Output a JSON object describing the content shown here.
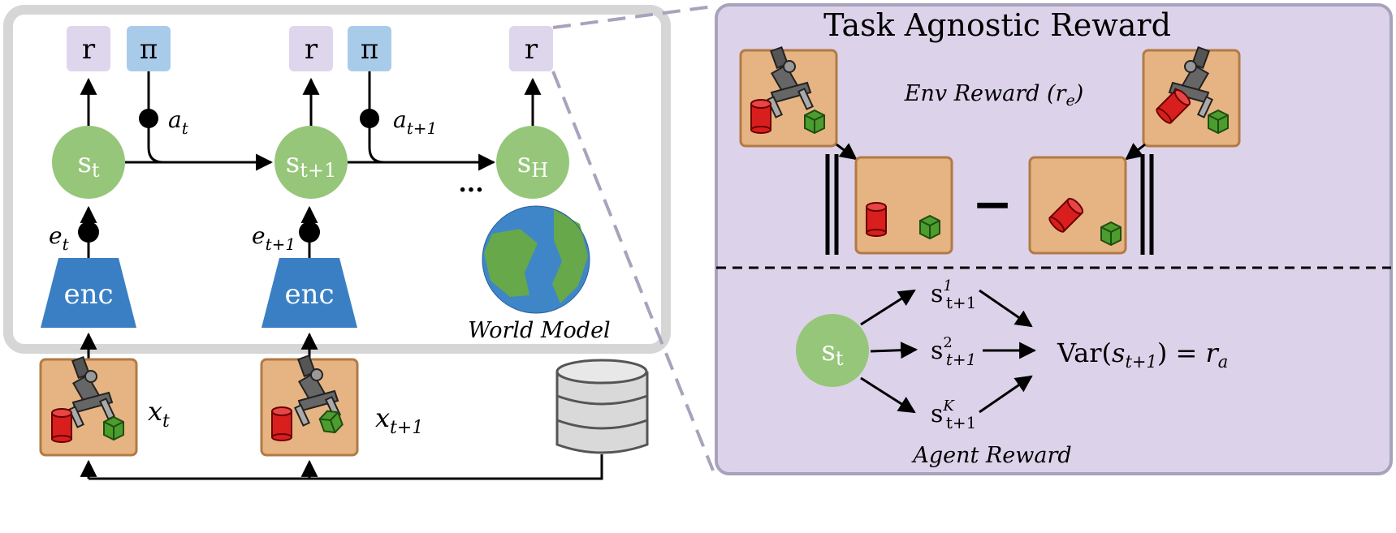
{
  "left_panel": {
    "reward_label": "r",
    "policy_label": "π",
    "state_t": {
      "base": "s",
      "sub": "t"
    },
    "state_t1": {
      "base": "s",
      "sub": "t+1"
    },
    "state_h": {
      "base": "s",
      "sub": "H"
    },
    "action_t": {
      "base": "a",
      "sub": "t"
    },
    "action_t1": {
      "base": "a",
      "sub": "t+1"
    },
    "embed_t": {
      "base": "e",
      "sub": "t"
    },
    "embed_t1": {
      "base": "e",
      "sub": "t+1"
    },
    "encoder_label": "enc",
    "ellipsis": "...",
    "world_model_label": "World Model",
    "obs_t": {
      "base": "x",
      "sub": "t"
    },
    "obs_t1": {
      "base": "x",
      "sub": "t+1"
    }
  },
  "right_panel": {
    "title": "Task Agnostic Reward",
    "env_reward": {
      "label": "Env Reward (r",
      "sub": "e",
      "close": ")"
    },
    "minus": "−",
    "agent_state": {
      "base": "s",
      "sub": "t"
    },
    "sample_1": {
      "base": "s",
      "sup": "1",
      "sub": "t+1"
    },
    "sample_2": {
      "base": "s",
      "sup": "2",
      "sub": "t+1"
    },
    "sample_k": {
      "base": "s",
      "sup": "K",
      "sub": "t+1"
    },
    "variance": {
      "prefix": "Var(",
      "s": "s",
      "sub": "t+1",
      "suffix": ") = ",
      "r": "r",
      "r_sub": "a"
    },
    "agent_reward_label": "Agent Reward"
  },
  "colors": {
    "panel_border": "#d6d6d6",
    "purple_fill": "#dcd3ea",
    "purple_border": "#a9a2bd",
    "reward_box": "#ddd6ec",
    "policy_box": "#a9cbea",
    "state_circle": "#96c67a",
    "encoder": "#3a7fc4",
    "tile_fill": "#e6b482",
    "tile_border": "#b27a45",
    "red_object": "#d91e1e",
    "green_cube": "#4d9c2e",
    "globe_ocean": "#3f86c8",
    "globe_land": "#66a84a",
    "database": "#d9d9d9"
  }
}
